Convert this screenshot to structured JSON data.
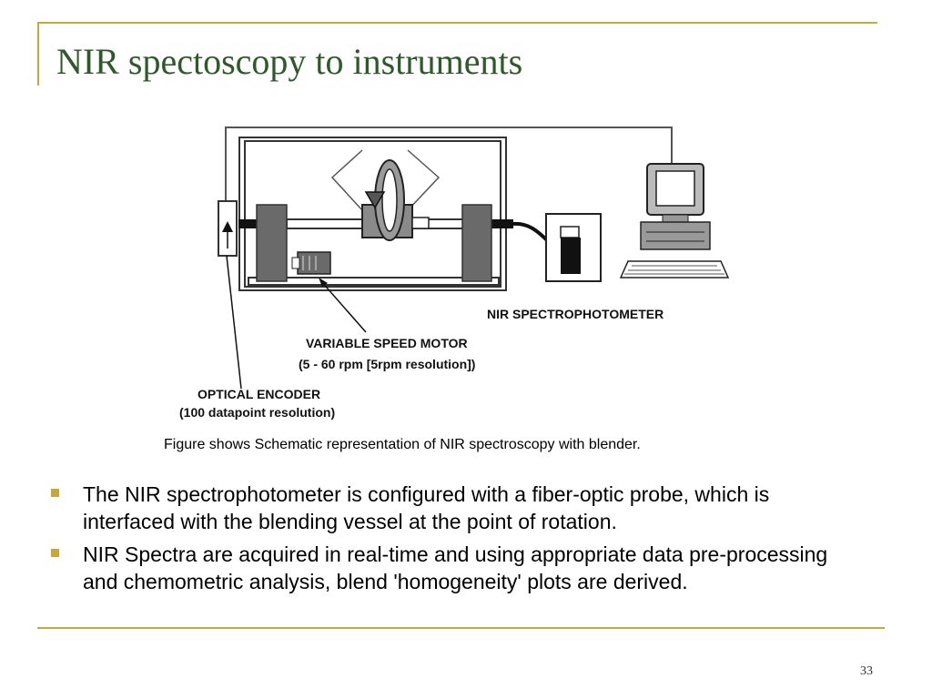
{
  "slide": {
    "title": "NIR spectoscopy to instruments",
    "page_number": "33",
    "accent_color": "#c8a83a",
    "title_color": "#2e5a2a"
  },
  "figure": {
    "labels": {
      "spectrophotometer": "NIR SPECTROPHOTOMETER",
      "motor_line1": "VARIABLE SPEED MOTOR",
      "motor_line2": "(5 - 60 rpm [5rpm resolution])",
      "encoder_line1": "OPTICAL ENCODER",
      "encoder_line2": "(100 datapoint resolution)"
    },
    "caption": "Figure shows Schematic representation of NIR spectroscopy with blender."
  },
  "bullets": [
    {
      "text": "The NIR spectrophotometer is configured with a fiber-optic probe, which is interfaced with the blending vessel at the point of rotation."
    },
    {
      "text": " NIR Spectra are acquired in real-time and using appropriate data pre-processing and chemometric analysis, blend 'homogeneity' plots are derived."
    }
  ]
}
